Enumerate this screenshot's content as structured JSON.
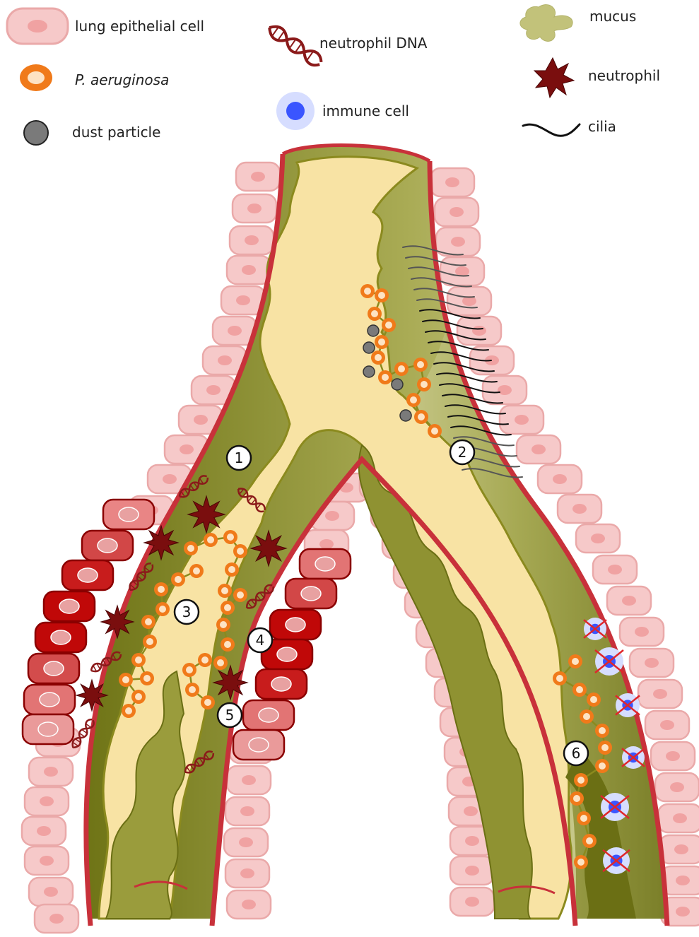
{
  "legend": {
    "lung_epithelial_cell": "lung epithelial cell",
    "p_aeruginosa": "P. aeruginosa",
    "dust_particle": "dust particle",
    "neutrophil_dna": "neutrophil DNA",
    "immune_cell": "immune cell",
    "mucus": "mucus",
    "neutrophil": "neutrophil",
    "cilia": "cilia"
  },
  "markers": [
    "1",
    "2",
    "3",
    "4",
    "5",
    "6"
  ],
  "colors": {
    "epithelial_fill": "#f6c9c9",
    "epithelial_stroke": "#e9a6a6",
    "inflamed_cell": "#c70d0d",
    "airway_wall": "#c8313a",
    "mucus_dark": "#6b6f14",
    "mucus_light": "#c6c682",
    "lumen": "#f8e3a4",
    "bacteria": "#f07a1a",
    "dust": "#7a7a7a",
    "neutrophil": "#7a0e0e",
    "immune_cell": "#3a55ff"
  },
  "icons": [
    "epithelial-cell-icon",
    "bacteria-icon",
    "dust-particle-icon",
    "dna-icon",
    "immune-cell-icon",
    "mucus-icon",
    "neutrophil-icon",
    "cilia-icon"
  ]
}
